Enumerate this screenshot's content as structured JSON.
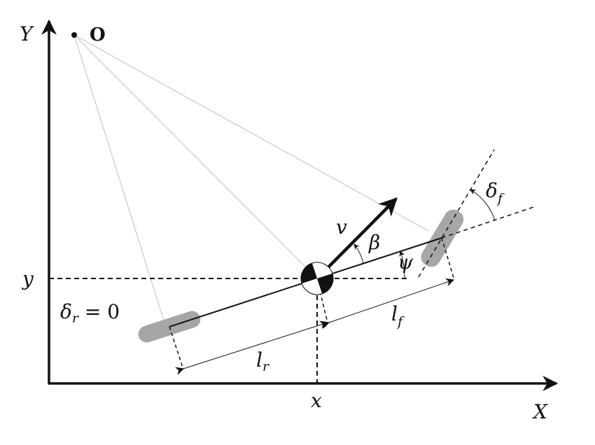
{
  "title": "Kinematic bicycle model",
  "labels": {
    "Y_axis": "Y",
    "X_axis": "X",
    "origin": "O",
    "y_pos": "y",
    "x_pos": "x",
    "delta_r": "δ",
    "delta_r_sub": "r",
    "delta_r_eq": " = 0",
    "l_r": "l",
    "l_r_sub": "r",
    "l_f": "l",
    "l_f_sub": "f",
    "velocity": "v",
    "beta": "β",
    "psi": "ψ",
    "delta_f": "δ",
    "delta_f_sub": "f"
  },
  "colors": {
    "wheel": "#a6a6a8",
    "line": "#111111",
    "ray": "#c8c8c8"
  }
}
